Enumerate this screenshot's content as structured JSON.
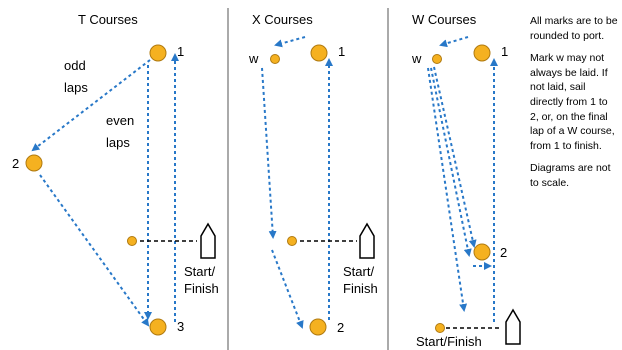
{
  "panels": {
    "t": {
      "title": "T Courses",
      "odd_laps": "odd\nlaps",
      "even_laps": "even\nlaps",
      "mark_1": "1",
      "mark_2": "2",
      "mark_3": "3",
      "start_finish": "Start/\nFinish"
    },
    "x": {
      "title": "X Courses",
      "mark_w": "w",
      "mark_1": "1",
      "mark_2": "2",
      "start_finish": "Start/\nFinish"
    },
    "w": {
      "title": "W Courses",
      "mark_w": "w",
      "mark_1": "1",
      "mark_2": "2",
      "start_finish": "Start/Finish"
    }
  },
  "notes": [
    "All marks are to be rounded to port.",
    "Mark w may not always be laid.  If not laid, sail directly from 1 to 2, or, on the final lap of a W course, from 1 to finish.",
    "Diagrams are not to scale."
  ],
  "colors": {
    "mark": "#f5b120",
    "mark_outline": "#b07a10",
    "route": "#2878c8",
    "divider": "#555555",
    "line": "#000000"
  },
  "icons": [
    "mark-buoy",
    "committee-boat",
    "route-arrow"
  ]
}
